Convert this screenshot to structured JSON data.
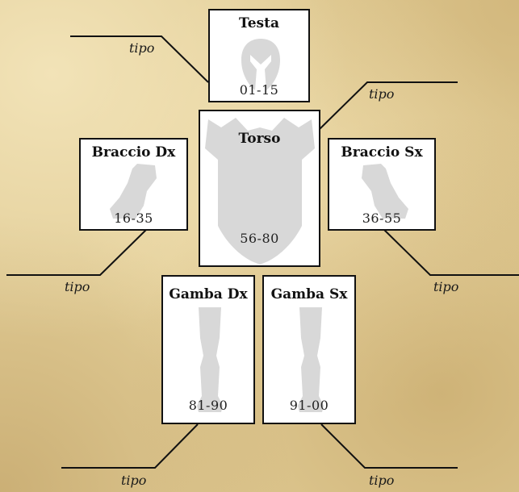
{
  "parts": {
    "testa": {
      "title": "Testa",
      "range": "01-15"
    },
    "torso": {
      "title": "Torso",
      "range": "56-80"
    },
    "braccio_dx": {
      "title": "Braccio Dx",
      "range": "16-35"
    },
    "braccio_sx": {
      "title": "Braccio Sx",
      "range": "36-55"
    },
    "gamba_dx": {
      "title": "Gamba Dx",
      "range": "81-90"
    },
    "gamba_sx": {
      "title": "Gamba Sx",
      "range": "91-00"
    }
  },
  "labels": {
    "tipo": "tipo"
  },
  "colors": {
    "background": "#e2cd97",
    "box_fill": "#ffffff",
    "silhouette": "#d8d8d8",
    "line": "#111111"
  }
}
